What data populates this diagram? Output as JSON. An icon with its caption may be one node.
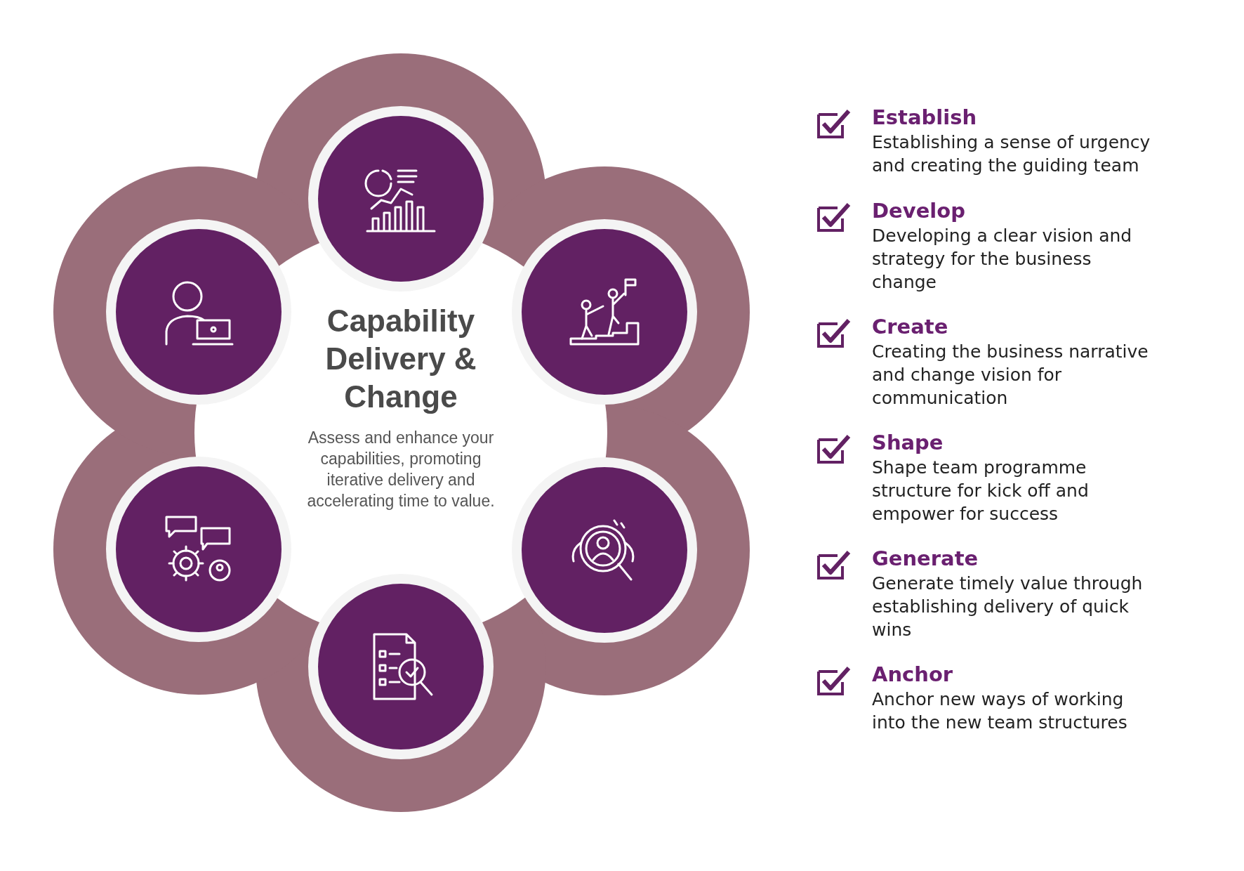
{
  "diagram": {
    "nodes": [
      {
        "text": [
          "Capability Delivery & Change",
          "Assess and enhance your capabilities, promoting iterative delivery and accelerating time to value."
        ]
      }
    ],
    "labels": [
      "Establish",
      "Establishing a sense of urgency and creating the guiding team",
      "Develop",
      "Developing a clear vision and strategy for the business change",
      "Create",
      "Creating the business narrative and change vision for communication",
      "Shape",
      "Shape team programme structure for kick off and empower for success",
      "Generate",
      "Generate timely value through establishing delivery of quick wins",
      "Anchor",
      "Anchor new ways of working into the new team structures"
    ]
  }
}
